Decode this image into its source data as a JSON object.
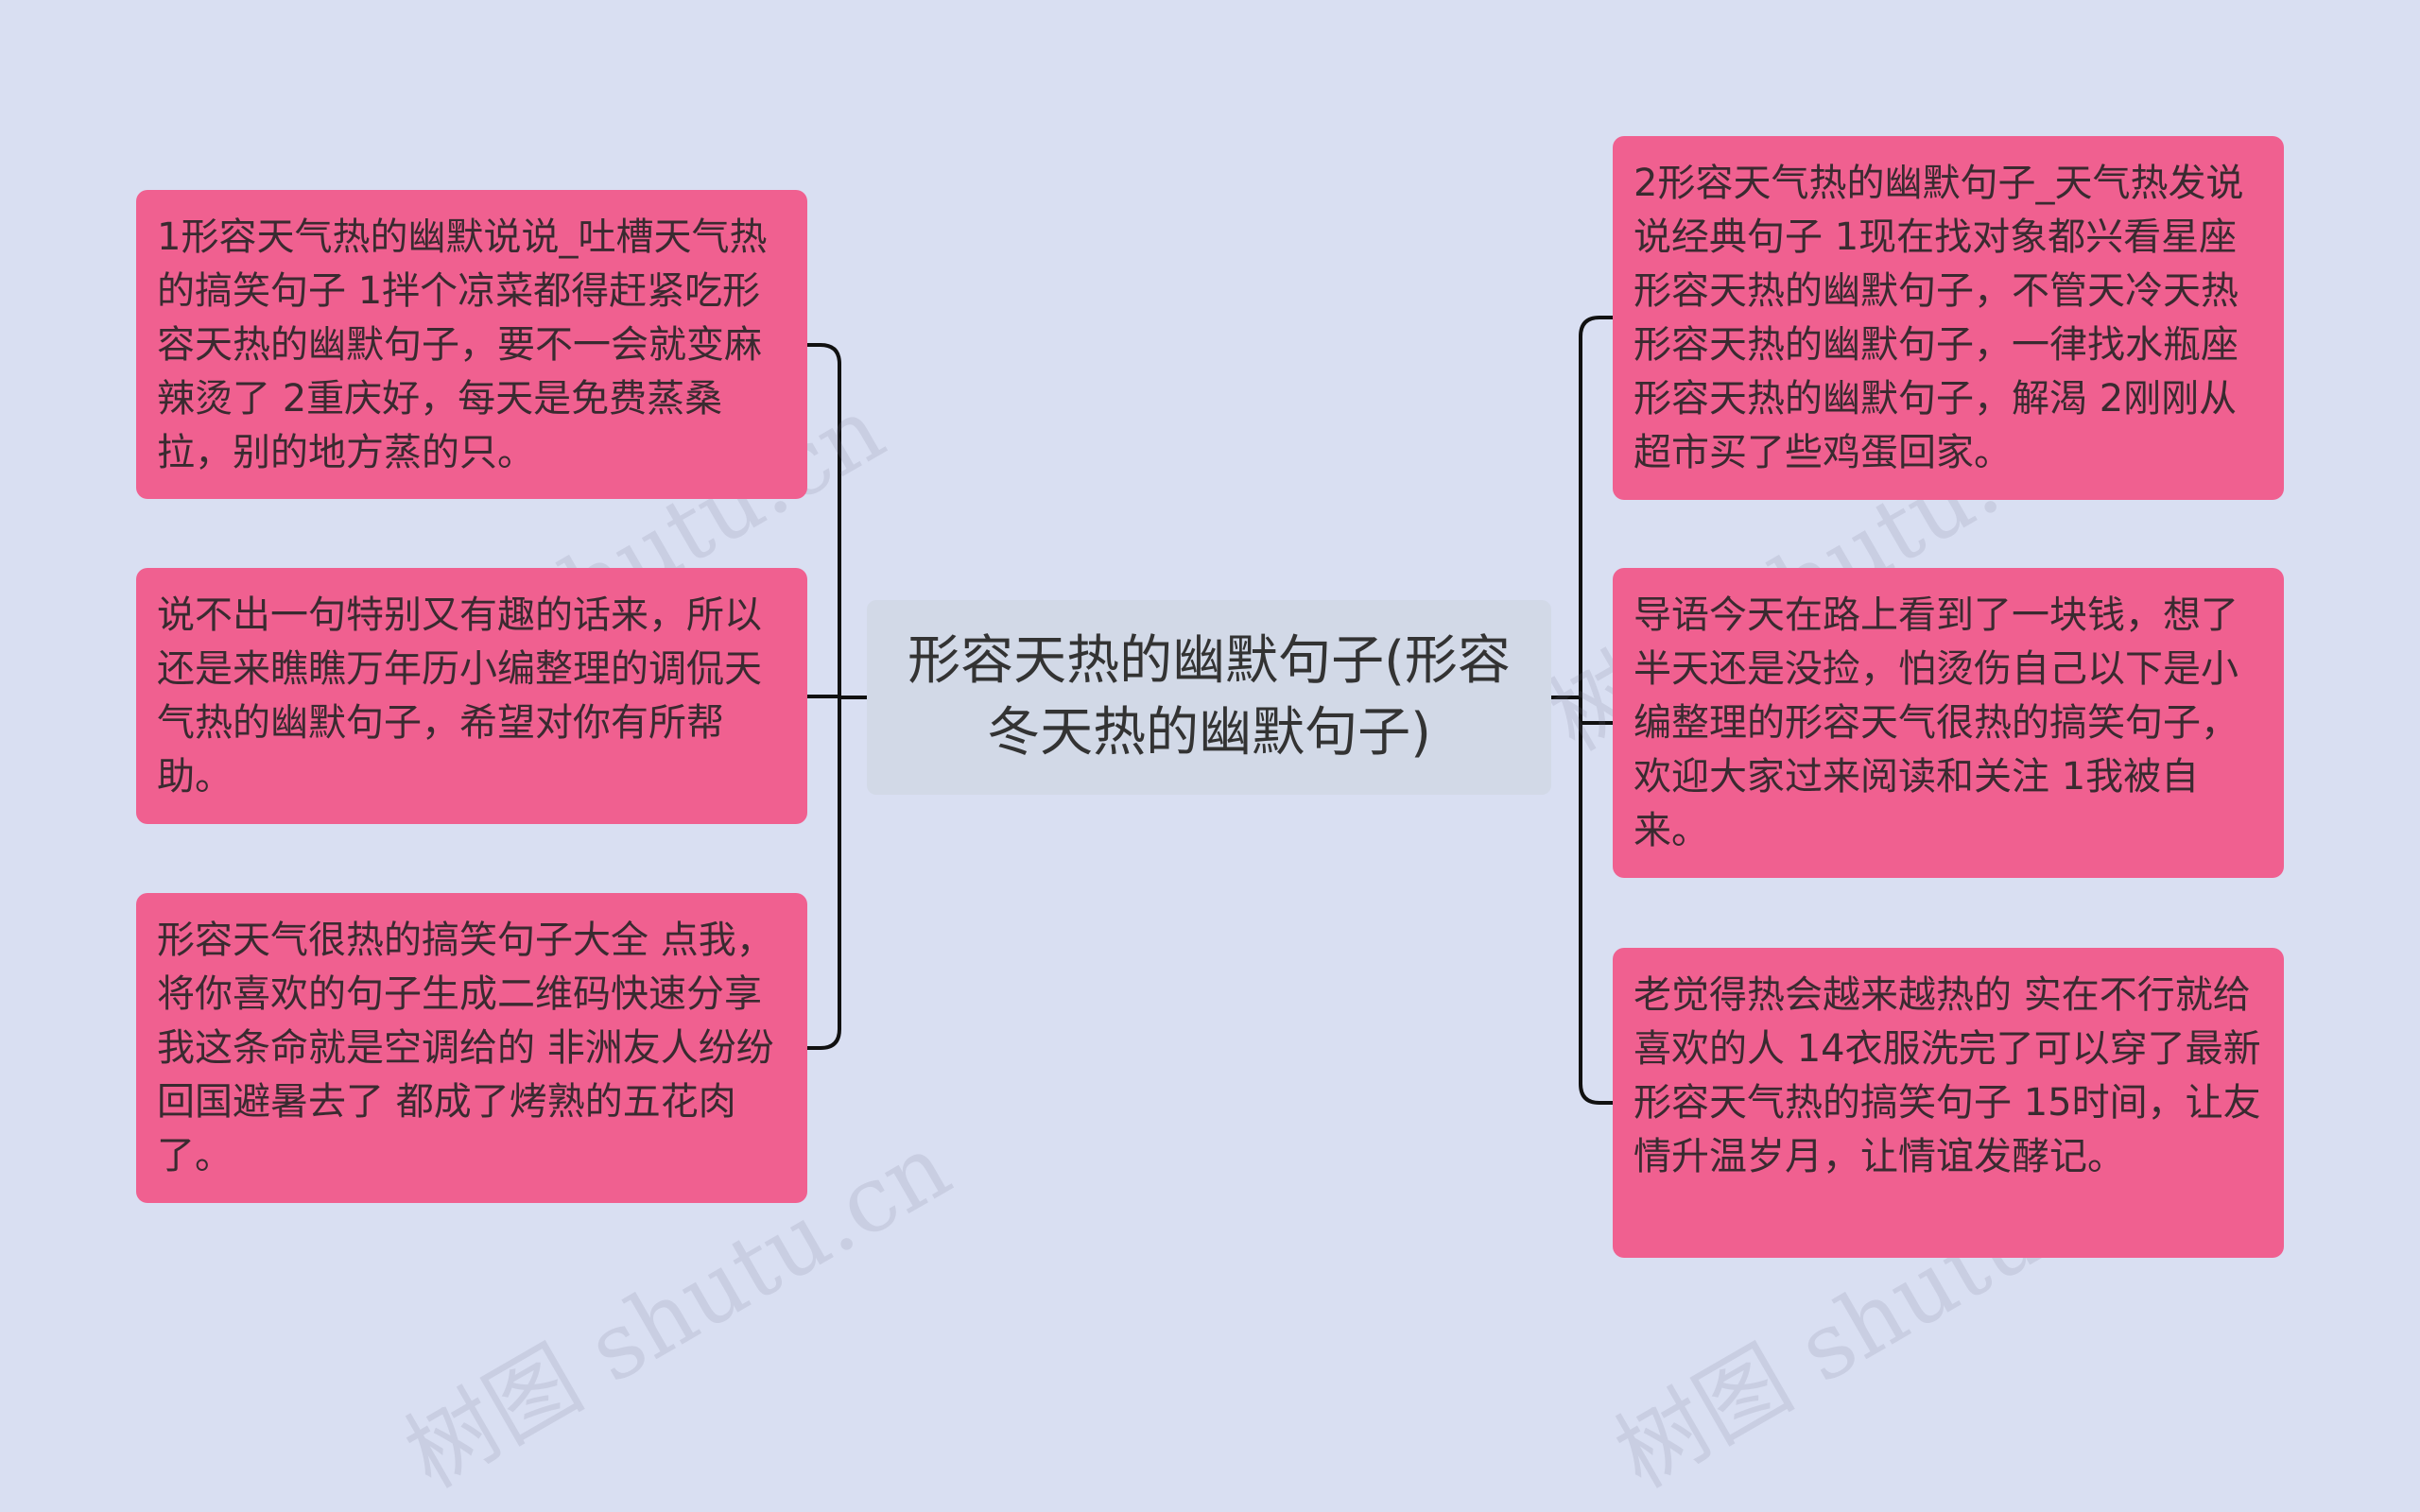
{
  "central_topic": "形容天热的幽默句子(形容冬天热的幽默句子)",
  "left_branches": [
    {
      "text": "1形容天气热的幽默说说_吐槽天气热的搞笑句子 1拌个凉菜都得赶紧吃形容天热的幽默句子，要不一会就变麻辣烫了 2重庆好，每天是免费蒸桑拉，别的地方蒸的只。"
    },
    {
      "text": "说不出一句特别又有趣的话来，所以还是来瞧瞧万年历小编整理的调侃天气热的幽默句子，希望对你有所帮助。"
    },
    {
      "text": "形容天气很热的搞笑句子大全 点我，将你喜欢的句子生成二维码快速分享 我这条命就是空调给的 非洲友人纷纷回国避暑去了 都成了烤熟的五花肉了。"
    }
  ],
  "right_branches": [
    {
      "text": "2形容天气热的幽默句子_天气热发说说经典句子 1现在找对象都兴看星座形容天热的幽默句子，不管天冷天热形容天热的幽默句子，一律找水瓶座形容天热的幽默句子，解渴 2刚刚从超市买了些鸡蛋回家。"
    },
    {
      "text": "导语今天在路上看到了一块钱，想了半天还是没捡，怕烫伤自己以下是小编整理的形容天气很热的搞笑句子，欢迎大家过来阅读和关注 1我被自来。"
    },
    {
      "text": "老觉得热会越来越热的 实在不行就给喜欢的人 14衣服洗完了可以穿了最新形容天气热的搞笑句子 15时间，让友情升温岁月，让情谊发酵记。"
    }
  ],
  "watermark": {
    "text": "树图 shutu.cn"
  },
  "colors": {
    "background": "#d9dff2",
    "branch_node": "#f06090",
    "center_node": "#d2d9e7",
    "connector": "#111111"
  }
}
